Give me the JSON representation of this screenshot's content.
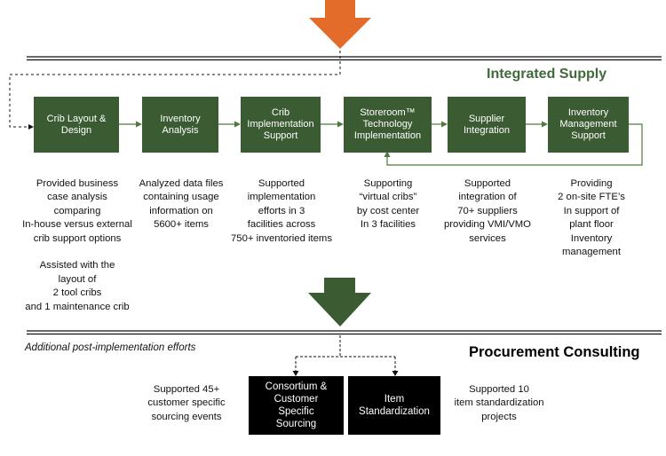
{
  "sections": {
    "integrated_title": "Integrated Supply",
    "procurement_title": "Procurement Consulting",
    "post_note": "Additional post-implementation efforts"
  },
  "colors": {
    "step_green": "#3b5b33",
    "title_green": "#3f6b3a",
    "orange_arrow": "#e36c2a",
    "dark_arrow": "#3b5b33"
  },
  "steps": [
    {
      "label": "Crib Layout &\nDesign"
    },
    {
      "label": "Inventory\nAnalysis"
    },
    {
      "label": "Crib\nImplementation\nSupport"
    },
    {
      "label": "Storeroom™\nTechnology\nImplementation"
    },
    {
      "label": "Supplier\nIntegration"
    },
    {
      "label": "Inventory\nManagement\nSupport"
    }
  ],
  "descriptions": [
    "Provided business\ncase analysis\ncomparing\nIn-house versus external\ncrib support options\n\nAssisted with the\nlayout of\n2 tool cribs\nand 1 maintenance crib",
    "Analyzed data files\ncontaining usage\ninformation on\n5600+ items",
    "Supported\nimplementation\nefforts in 3\nfacilities across\n750+ inventoried items",
    "Supporting\n“virtual cribs”\nby cost center\nIn 3 facilities",
    "Supported\nintegration of\n70+ suppliers\nproviding VMI/VMO\nservices",
    "Providing\n2 on-site FTE’s\nIn support of\nplant floor\nInventory\nmanagement"
  ],
  "procurement": {
    "boxes": [
      {
        "label": "Consortium &\nCustomer\nSpecific\nSourcing"
      },
      {
        "label": "Item\nStandardization"
      }
    ],
    "left_note": "Supported 45+\ncustomer specific\nsourcing events",
    "right_note": "Supported 10\nitem standardization\nprojects"
  }
}
